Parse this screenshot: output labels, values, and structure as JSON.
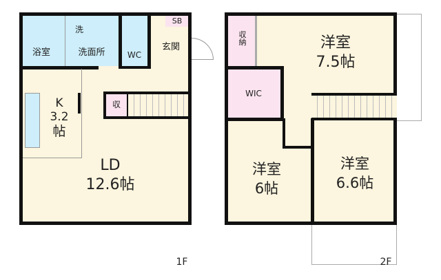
{
  "floor1": {
    "label": "1F",
    "rooms": {
      "bath": "浴室",
      "washroom": "洗面所",
      "washer": "洗",
      "wc": "WC",
      "entrance": "玄関",
      "shoebox": "SB",
      "kitchen_name": "K",
      "kitchen_size": "3.2",
      "kitchen_unit": "帖",
      "storage": "収",
      "ld_name": "LD",
      "ld_size": "12.6帖"
    }
  },
  "floor2": {
    "label": "2F",
    "rooms": {
      "closet": "収納",
      "wic": "WIC",
      "room1_name": "洋室",
      "room1_size": "7.5帖",
      "room2_name": "洋室",
      "room2_size": "6帖",
      "room3_name": "洋室",
      "room3_size": "6.6帖"
    }
  },
  "colors": {
    "floor": "#fcf5df",
    "wet": "#cdeefa",
    "storage": "#fbe4ef"
  }
}
